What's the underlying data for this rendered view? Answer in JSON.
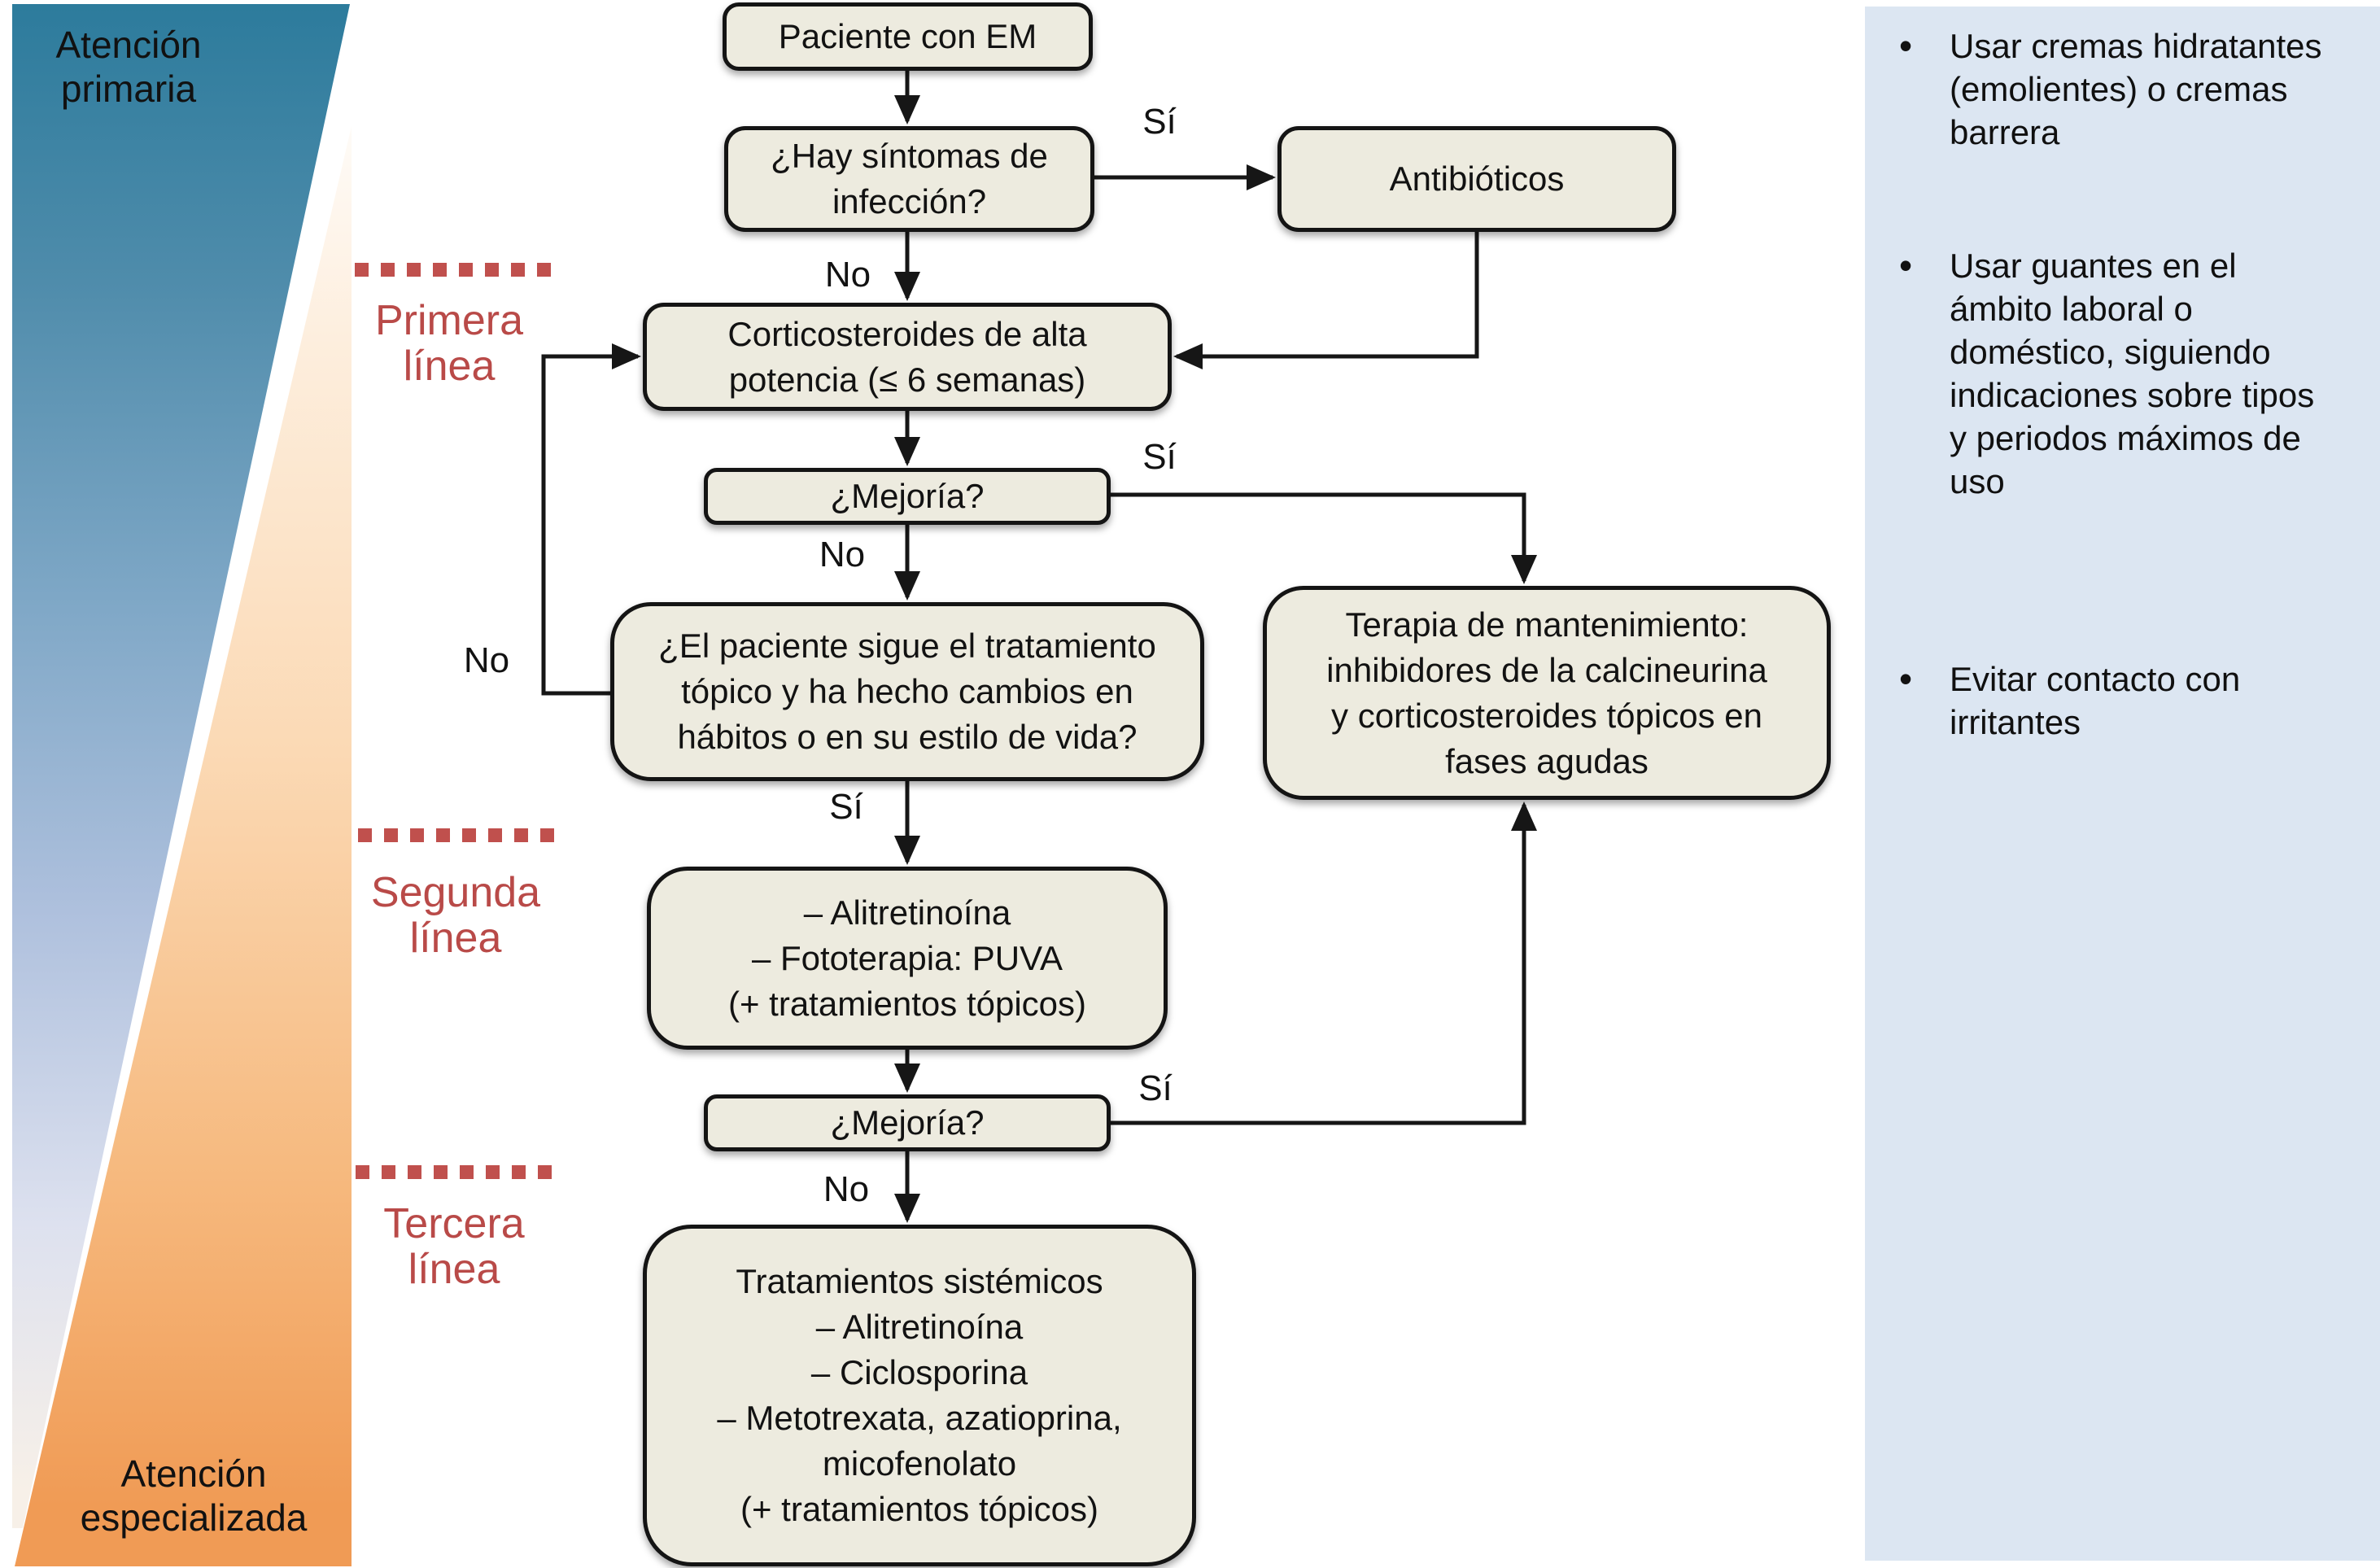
{
  "colors": {
    "accent_red": "#b94a48",
    "dotted_red": "#c0504d",
    "teal_top": "#2c7b9c",
    "orange_bottom": "#f09b55",
    "panel_blue": "#dce6f2",
    "node_fill": "#edebdf",
    "line_black": "#161616"
  },
  "left_band": {
    "top_label": "Atención\nprimaria",
    "bottom_label": "Atención\nespecializada"
  },
  "stages": {
    "first": "Primera\nlínea",
    "second": "Segunda\nlínea",
    "third": "Tercera\nlínea"
  },
  "nodes": {
    "patient": "Paciente con EM",
    "infection_q": "¿Hay síntomas de\ninfección?",
    "antibiotics": "Antibióticos",
    "corticosteroids": "Corticosteroides de alta\npotencia (≤ 6 semanas)",
    "improvement_q": "¿Mejoría?",
    "adherence_q": "¿El paciente sigue el tratamiento\ntópico y ha hecho cambios en\nhábitos o en su estilo de vida?",
    "maintenance": "Terapia de mantenimiento:\ninhibidores de la calcineurina\ny corticosteroides tópicos en\nfases agudas",
    "second_line": "– Alitretinoína\n– Fototerapia: PUVA\n(+ tratamientos tópicos)",
    "systemic": "Tratamientos sistémicos\n– Alitretinoína\n– Ciclosporina\n– Metotrexata, azatioprina,\nmicofenolato\n(+ tratamientos tópicos)"
  },
  "edge_labels": {
    "yes": "Sí",
    "no": "No"
  },
  "sidebar": {
    "bullet_glyph": "•",
    "bullets": [
      "Usar cremas hidratantes (emolientes) o cremas barrera",
      "Usar guantes en el ámbito laboral o doméstico, siguiendo indicaciones sobre tipos y periodos máximos de uso",
      "Evitar contacto con irritantes"
    ]
  }
}
